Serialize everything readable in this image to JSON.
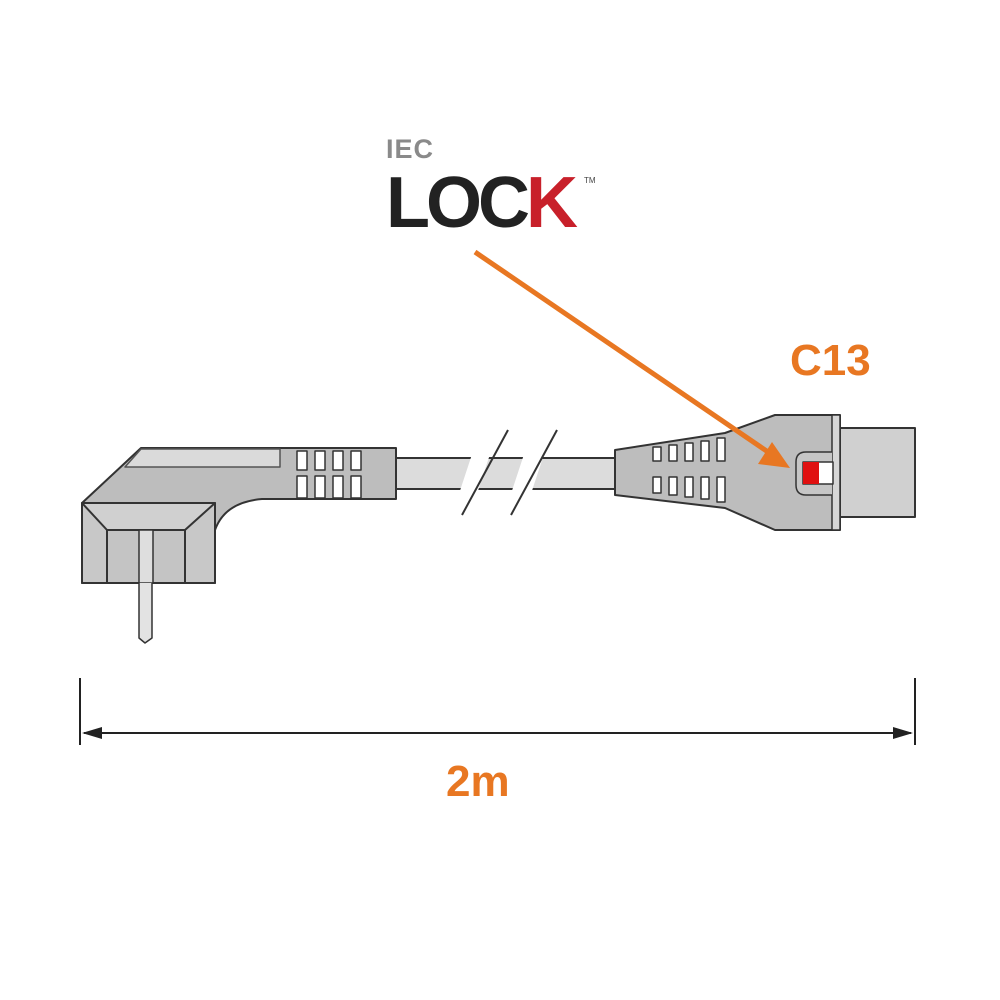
{
  "logo": {
    "line1": "IEC",
    "line2_main": "LOC",
    "line2_accent": "K",
    "trademark": "TM"
  },
  "labels": {
    "connector": "C13",
    "length": "2m"
  },
  "colors": {
    "accent": "#e87722",
    "body": "#bdbdbd",
    "light": "#d9d9d9",
    "lock_red": "#e01010",
    "logo_red": "#c8202a"
  }
}
